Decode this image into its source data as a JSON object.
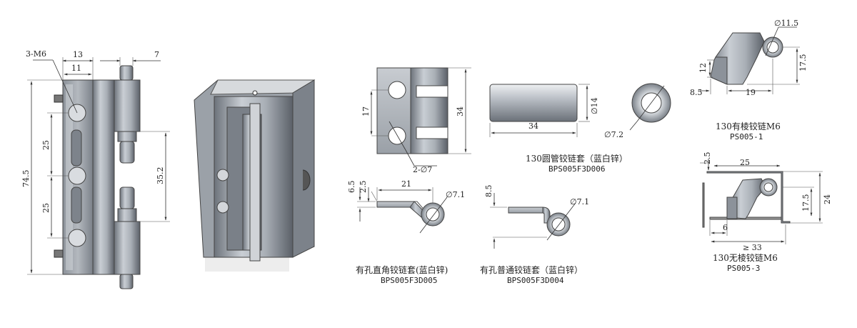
{
  "hinge_dims": {
    "thread": "3-M6",
    "w13": "13",
    "w11": "11",
    "w7": "7",
    "h745": "74.5",
    "h25a": "25",
    "h25b": "25",
    "h352": "35.2"
  },
  "sleeve_dims": {
    "d17": "17",
    "d34": "34",
    "holes": "2-∅7"
  },
  "tube": {
    "len": "34",
    "dia": "∅14",
    "hole": "∅7.2",
    "caption": "130圆管铰链套（蓝白锌）",
    "code": "BPS005F3D006"
  },
  "right_angle": {
    "d65": "6.5",
    "d25": "2.5",
    "d21": "21",
    "hole": "∅7.1",
    "caption": "有孔直角铰链套(蓝白锌)",
    "code": "BPS005F3D005"
  },
  "normal": {
    "d85": "8.5",
    "hole": "∅7.1",
    "caption": "有孔普通铰链套（蓝白锌）",
    "code": "BPS005F3D004"
  },
  "edged": {
    "d115": "∅11.5",
    "d12": "12",
    "d175": "17.5",
    "d85": "8.5",
    "d19": "19",
    "caption": "130有棱铰链M6",
    "code": "PS005-1"
  },
  "edgeless": {
    "d25": "2.5",
    "d25b": "25",
    "d175": "17.5",
    "d24": "24",
    "d6": "6",
    "d33": "≥ 33",
    "caption": "130无棱铰链M6",
    "code": "PS005-3"
  }
}
